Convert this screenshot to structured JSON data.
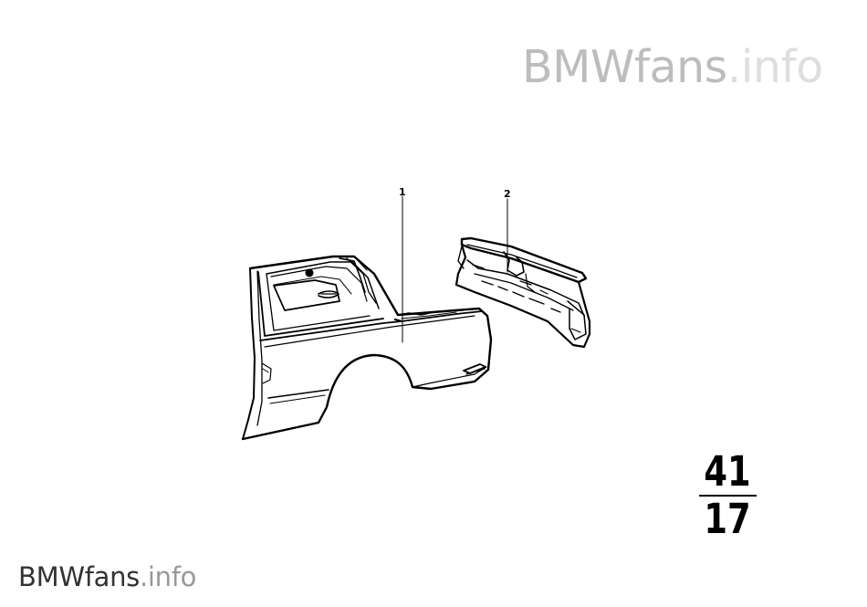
{
  "watermark": {
    "brand": "BMWfans",
    "tld": ".info"
  },
  "callouts": [
    {
      "number": "1"
    },
    {
      "number": "2"
    }
  ],
  "group": {
    "main": "41",
    "sub": "17"
  }
}
